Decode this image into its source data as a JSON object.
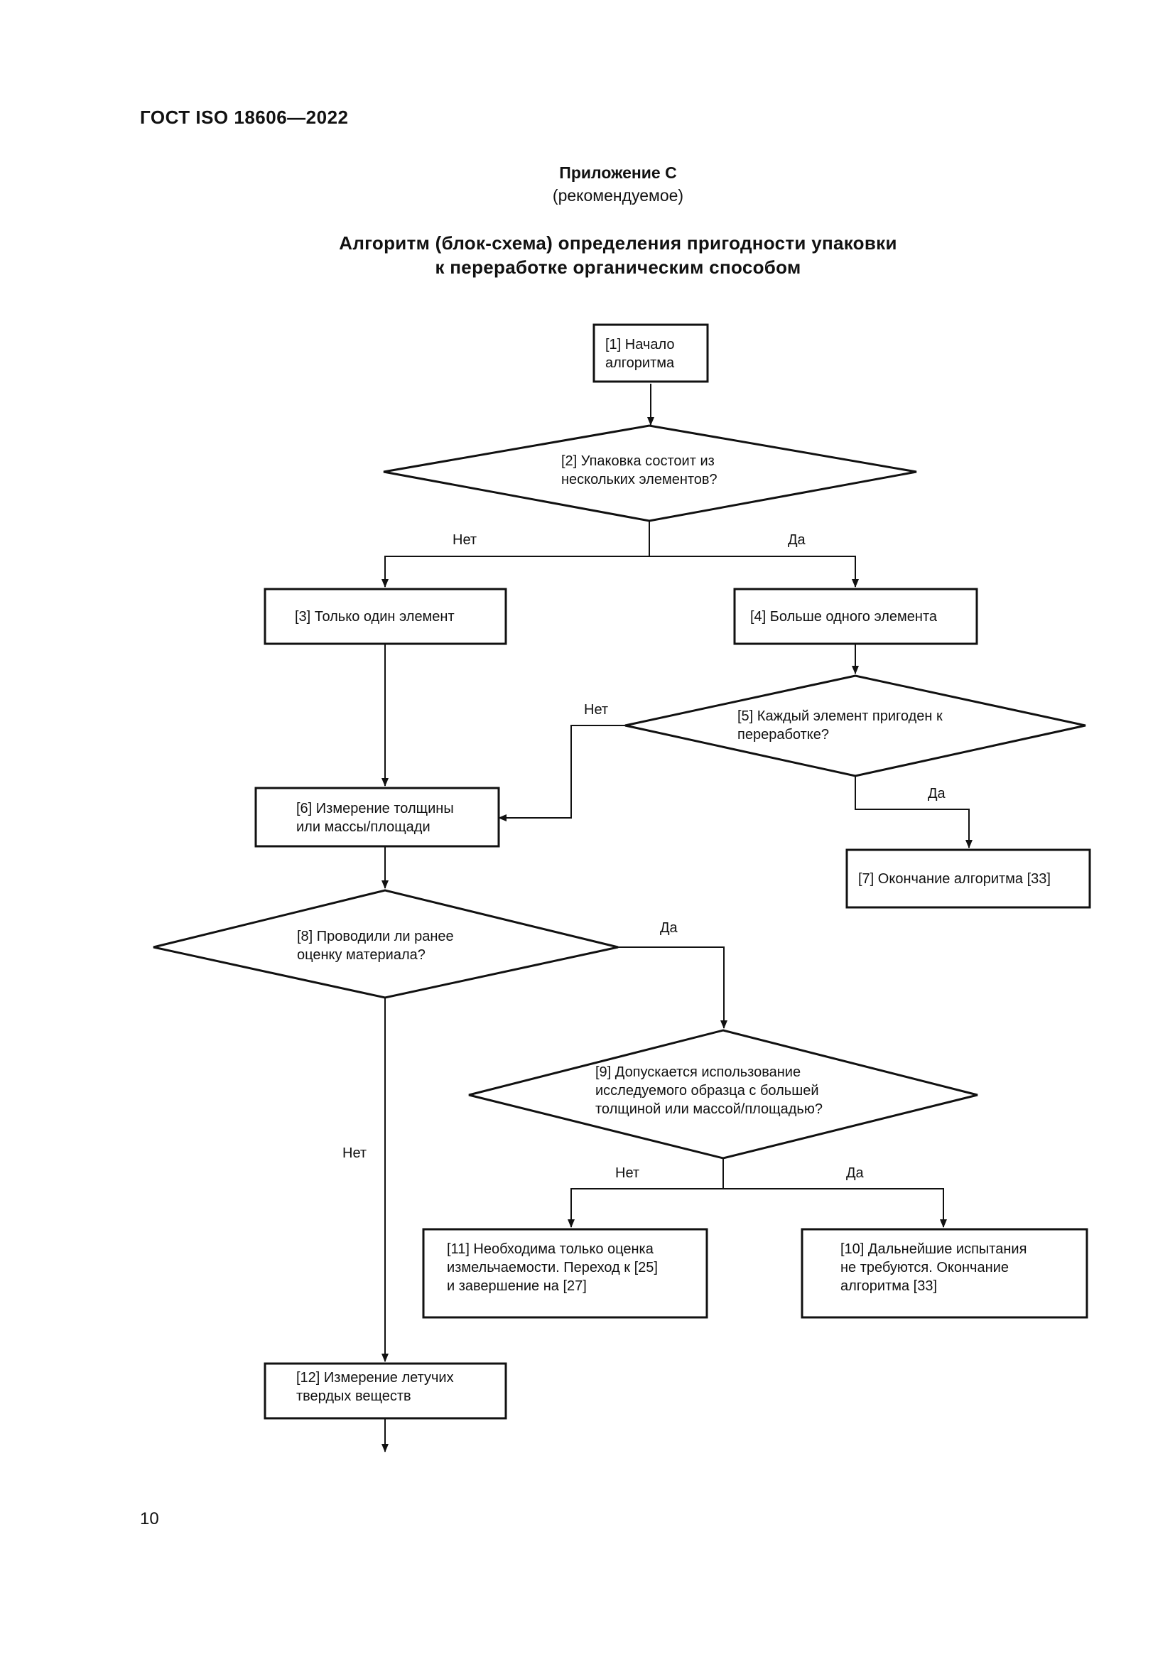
{
  "header": {
    "doc_id": "ГОСТ  ISO 18606—2022",
    "annex_title": "Приложение С",
    "annex_status": "(рекомендуемое)",
    "title_line1": "Алгоритм (блок-схема) определения пригодности упаковки",
    "title_line2": "к переработке органическим способом"
  },
  "nodes": {
    "n1": [
      "[1]  Начало",
      "алгоритма"
    ],
    "n2": [
      "[2] Упаковка состоит из",
      "нескольких элементов?"
    ],
    "n3": [
      "[3] Только один элемент"
    ],
    "n4": [
      "[4] Больше одного элемента"
    ],
    "n5": [
      "[5] Каждый элемент пригоден к",
      "переработке?"
    ],
    "n6": [
      "[6] Измерение толщины",
      "или массы/площади"
    ],
    "n7": [
      "[7] Окончание алгоритма [33]"
    ],
    "n8": [
      "[8] Проводили ли ранее",
      "оценку материала?"
    ],
    "n9": [
      "[9] Допускается использование",
      "исследуемого образца с большей",
      "толщиной или массой/площадью?"
    ],
    "n10": [
      "[10] Дальнейшие испытания",
      "не требуются. Окончание",
      "алгоритма [33]"
    ],
    "n11": [
      "[11] Необходима только оценка",
      "измельчаемости. Переход к [25]",
      "и завершение на [27]"
    ],
    "n12": [
      "[12] Измерение летучих",
      "твердых веществ"
    ]
  },
  "edge_labels": {
    "no": "Нет",
    "yes": "Да"
  },
  "footer": {
    "page_number": "10"
  }
}
